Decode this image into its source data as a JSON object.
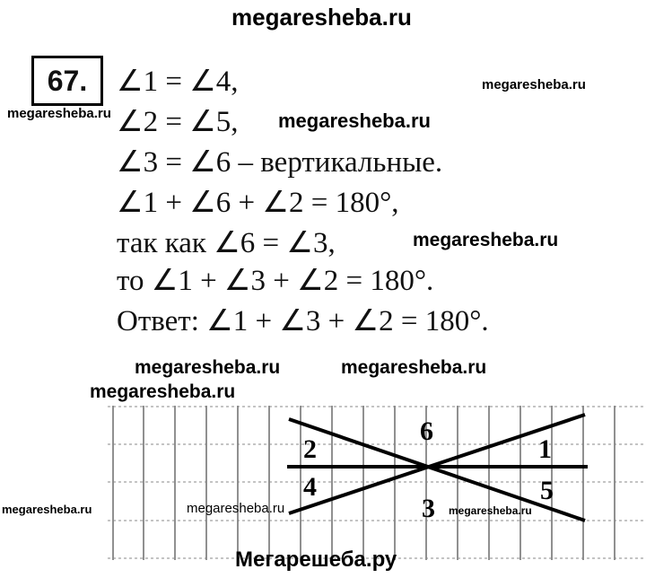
{
  "header": "megaresheba.ru",
  "problem_number": "67.",
  "lines": [
    "∠1 = ∠4,",
    "∠2 = ∠5,",
    "∠3 = ∠6 – вертикальные.",
    "∠1 + ∠6 + ∠2 = 180°,",
    "так как ∠6 = ∠3,",
    "то ∠1 + ∠3 + ∠2 = 180°.",
    "Ответ: ∠1 + ∠3 + ∠2 = 180°."
  ],
  "figure_labels": {
    "a1": "1",
    "a2": "2",
    "a3": "3",
    "a4": "4",
    "a5": "5",
    "a6": "6"
  },
  "watermarks": [
    "megaresheba.ru",
    "megaresheba.ru",
    "megaresheba.ru",
    "megaresheba.ru",
    "megaresheba.ru",
    "megaresheba.ru",
    "megaresheba.ru",
    "megaresheba.ru",
    "megaresheba.ru"
  ],
  "footer": "Мегарешеба.ру"
}
